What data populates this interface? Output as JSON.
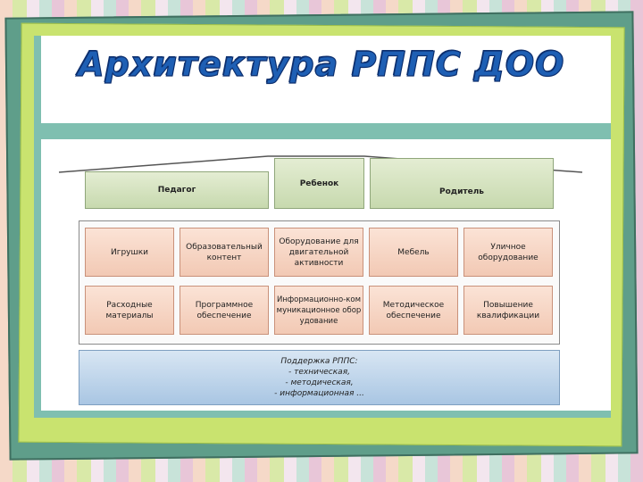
{
  "title": "Архитектура РППС ДОО",
  "roof": {
    "left": "Педагог",
    "center": "Ребенок",
    "right": "Родитель"
  },
  "row1": [
    "Игрушки",
    "Образовательный контент",
    "Оборудование для двигательной активности",
    "Мебель",
    "Уличное оборудование"
  ],
  "row2": [
    "Расходные материалы",
    "Программное обеспечение",
    "Информационно-коммуникационное оборудование",
    "Методическое обеспечение",
    "Повышение квалификации"
  ],
  "support": {
    "heading": "Поддержка РППС:",
    "items": [
      "- техническая,",
      "- методическая,",
      "- информационная ..."
    ]
  },
  "colors": {
    "title_fill": "#1e5fb4",
    "roof_boxes": "#c7d9ae",
    "element_boxes": "#f2c9b4",
    "support_box": "#a9c6e3"
  }
}
